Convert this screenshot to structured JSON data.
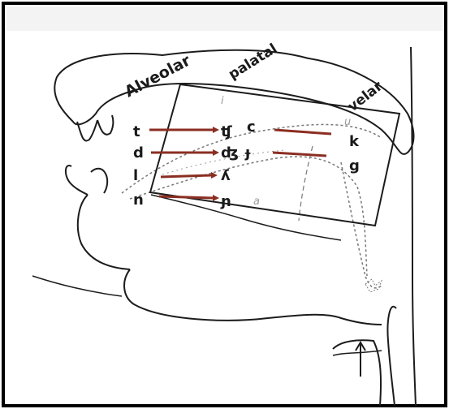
{
  "diagram": {
    "regions": {
      "alveolar": "Alveolar",
      "palatal": "palatal",
      "velar": "velar"
    },
    "row1": {
      "alveolar": "t",
      "palatal": "ʧ",
      "palatal_plain": "c",
      "velar": "k"
    },
    "row2": {
      "alveolar": "d",
      "palatal": "ʤ",
      "palatal_plain": "ɟ",
      "velar": "g"
    },
    "row3": {
      "alveolar": "l",
      "palatal": "ʎ"
    },
    "row4": {
      "alveolar": "n",
      "palatal": "ɲ"
    },
    "vowel_marks": {
      "close_front": "i",
      "open": "a",
      "back": "u"
    },
    "colors": {
      "outline": "#1c1c1c",
      "arrow": "#8b2e22",
      "tongue_dotted": "#777777",
      "background": "#ffffff",
      "frame": "#000000"
    }
  }
}
